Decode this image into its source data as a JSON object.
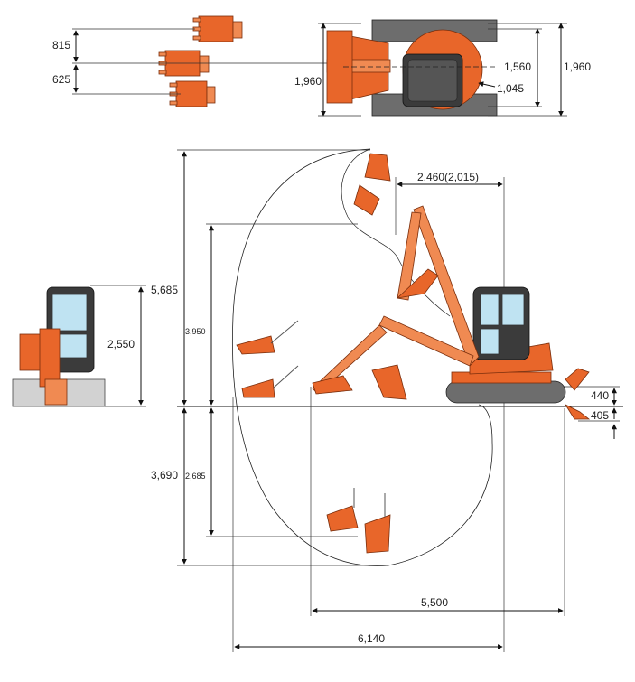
{
  "dimensions": {
    "bucket_width_top": "815",
    "bucket_width_mid": "625",
    "plan_width_left": "1,960",
    "plan_radius_front": "1,560",
    "plan_radius_rear": "1,045",
    "plan_width_right": "1,960",
    "reach_offset": "2,460(2,015)",
    "max_dig_height": "5,685",
    "max_dump_height": "3,950",
    "max_dig_depth": "3,690",
    "vertical_wall_depth": "2,685",
    "overall_height": "2,550",
    "blade_lift": "440",
    "blade_drop": "405",
    "min_swing_radius": "5,500",
    "max_reach": "6,140"
  },
  "colors": {
    "body": "#e8662a",
    "track": "#6d6d6d",
    "glass": "#bfe3f2"
  }
}
